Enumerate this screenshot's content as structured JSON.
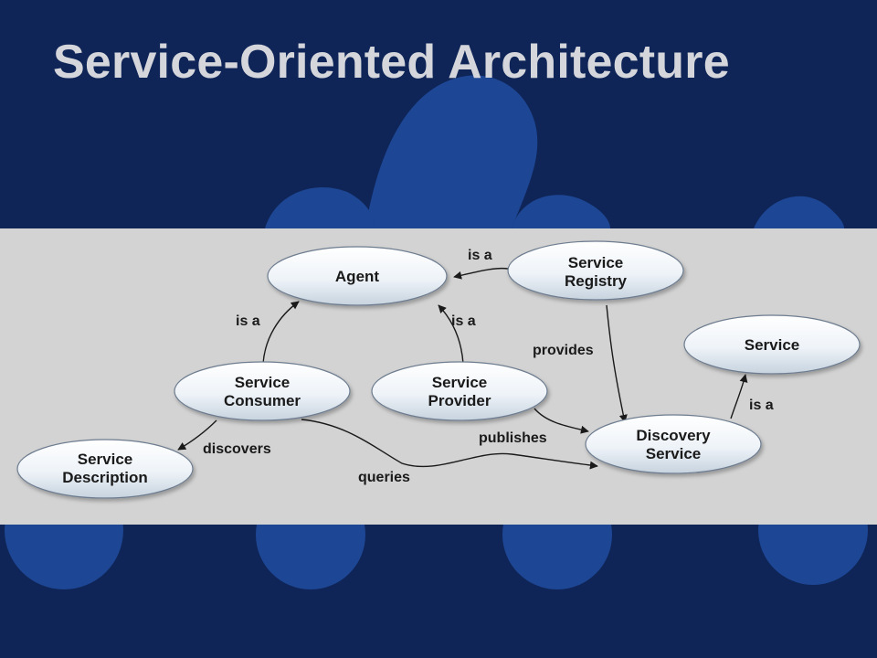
{
  "slide": {
    "title": "Service-Oriented Architecture"
  },
  "diagram": {
    "nodes": {
      "agent": [
        "Agent"
      ],
      "service_registry": [
        "Service",
        "Registry"
      ],
      "service": [
        "Service"
      ],
      "service_consumer": [
        "Service",
        "Consumer"
      ],
      "service_provider": [
        "Service",
        "Provider"
      ],
      "discovery_service": [
        "Discovery",
        "Service"
      ],
      "service_description": [
        "Service",
        "Description"
      ]
    },
    "edges": {
      "registry_to_agent": "is a",
      "consumer_to_agent": "is a",
      "provider_to_agent": "is a",
      "registry_to_discovery": "provides",
      "discovery_to_service": "is a",
      "provider_to_discovery": "publishes",
      "consumer_to_description": "discovers",
      "consumer_to_discovery": "queries"
    }
  }
}
